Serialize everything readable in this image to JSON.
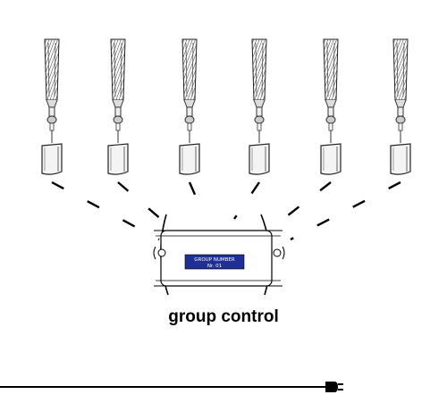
{
  "diagram": {
    "caption": "group control",
    "controller_label": {
      "line1": "GROUP NUMBER",
      "line2": "Nr. 01"
    },
    "device_count": 6,
    "colors": {
      "line": "#000000",
      "label_bg": "#1f2f95",
      "label_text": "#ffffff"
    },
    "icons": [
      "solar-panel-icon",
      "connector-icon",
      "lamp-unit-icon",
      "control-box-icon",
      "power-plug-icon"
    ]
  }
}
